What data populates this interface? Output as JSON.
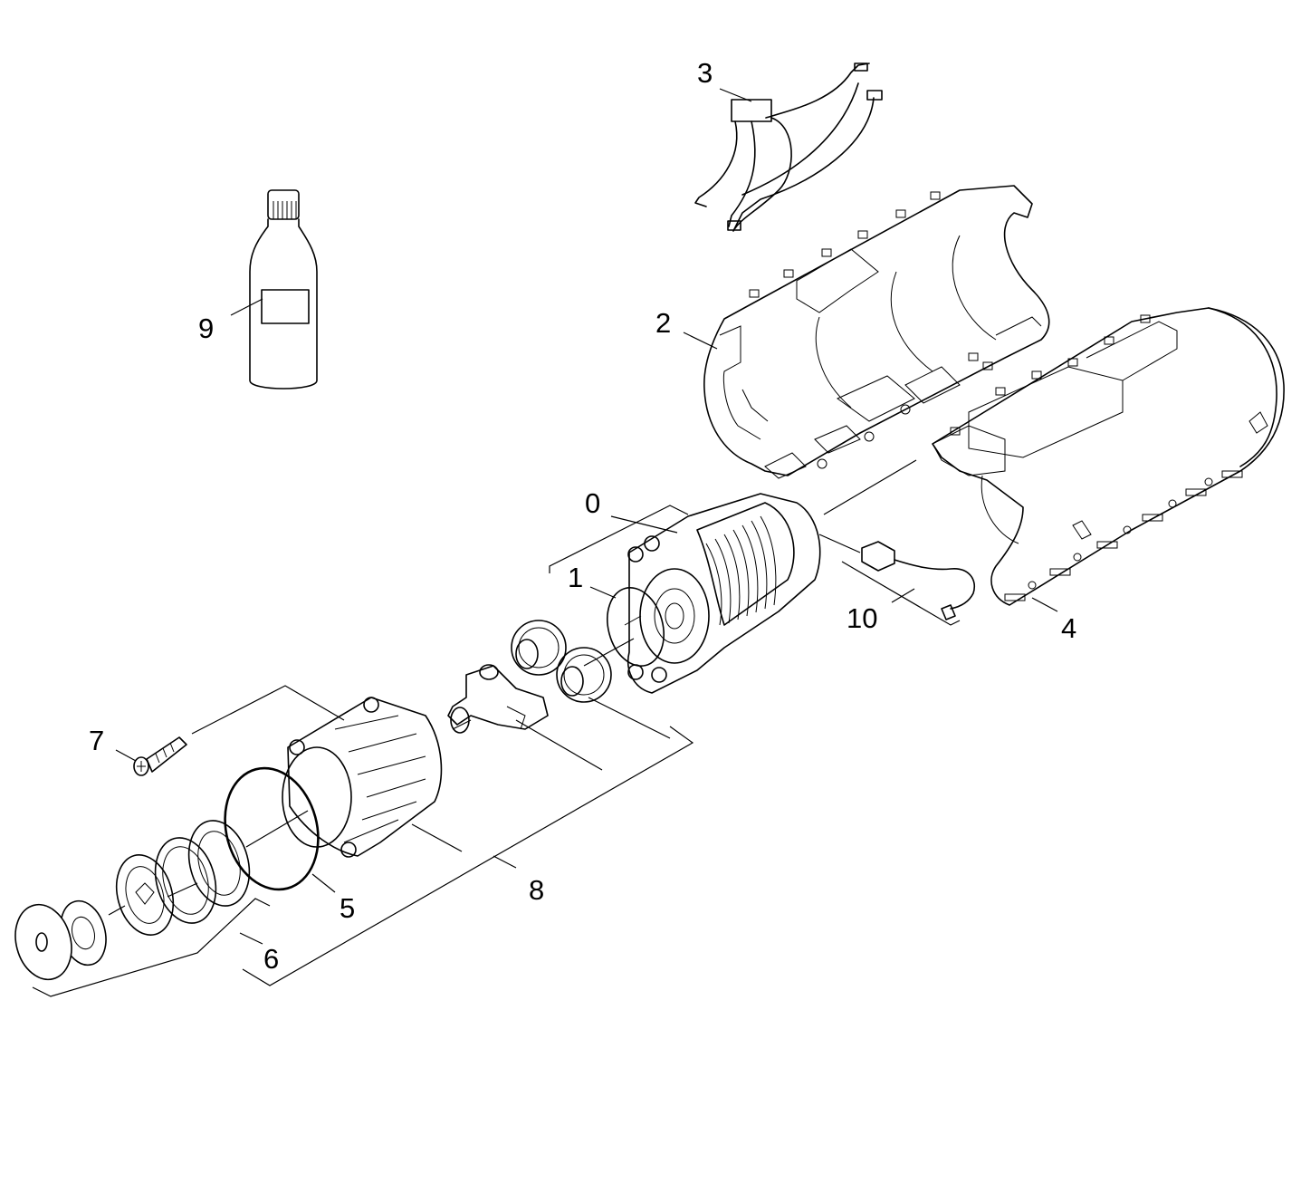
{
  "callouts": {
    "c0": "0",
    "c1": "1",
    "c2": "2",
    "c3": "3",
    "c4": "4",
    "c5": "5",
    "c6": "6",
    "c7": "7",
    "c8": "8",
    "c9": "9",
    "c10": "10"
  }
}
